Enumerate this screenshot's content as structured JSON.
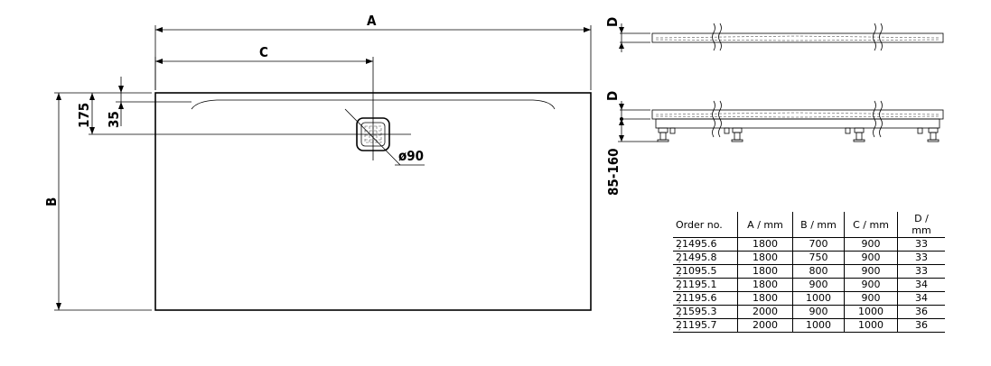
{
  "labels": {
    "dim_a": "A",
    "dim_b": "B",
    "dim_c": "C",
    "dim_175": "175",
    "dim_35": "35",
    "dim_drain": "ø90",
    "dim_d_top": "D",
    "dim_d_bottom": "D",
    "dim_feet": "85-160"
  },
  "table": {
    "headers": [
      "Order no.",
      "A / mm",
      "B / mm",
      "C / mm",
      "D / mm"
    ],
    "rows": [
      [
        "2̦1495.6",
        "1800",
        "700",
        "900",
        "33"
      ],
      [
        "2̦1495.8",
        "1800",
        "750",
        "900",
        "33"
      ],
      [
        "2̦1095.5",
        "1800",
        "800",
        "900",
        "33"
      ],
      [
        "2̦1195.1",
        "1800",
        "900",
        "900",
        "34"
      ],
      [
        "2̦1195.6",
        "1800",
        "1000",
        "900",
        "34"
      ],
      [
        "2̦1595.3",
        "2000",
        "900",
        "1000",
        "36"
      ],
      [
        "2̦1195.7",
        "2000",
        "1000",
        "1000",
        "36"
      ]
    ]
  }
}
